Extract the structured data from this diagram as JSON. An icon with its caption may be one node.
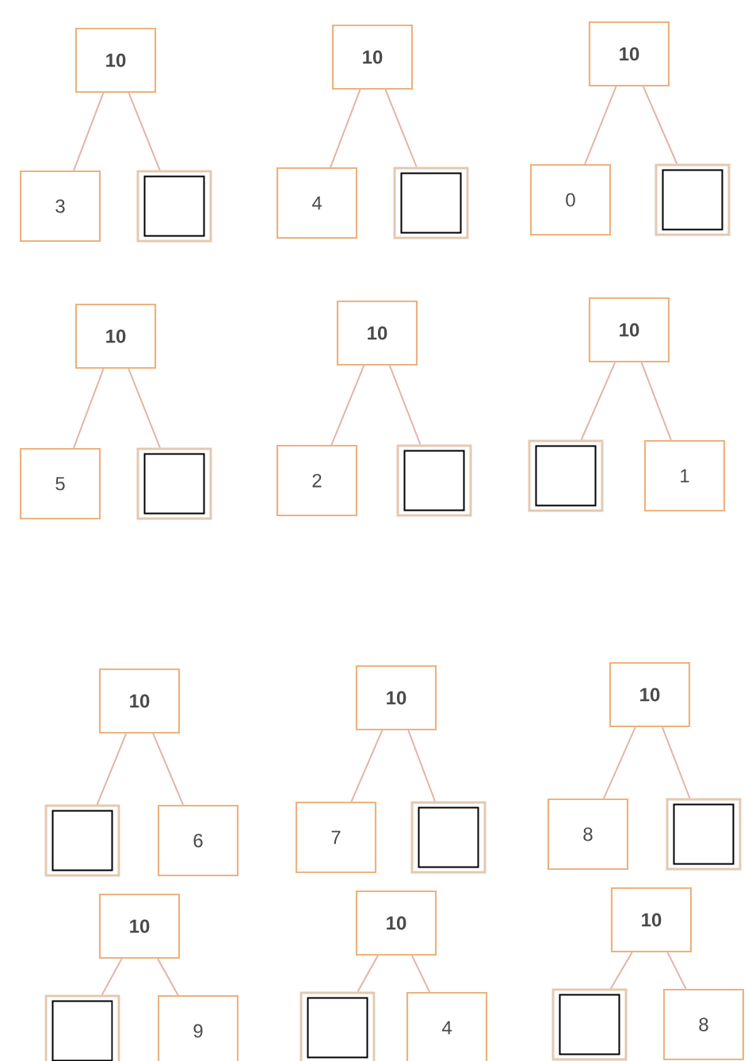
{
  "diagram": {
    "nodes": [
      {
        "text": [
          "10"
        ]
      },
      {
        "text": [
          "3"
        ]
      },
      {
        "text": [],
        "shape": "box"
      },
      {
        "text": [
          "10"
        ]
      },
      {
        "text": [
          "4"
        ]
      },
      {
        "text": [],
        "shape": "box"
      },
      {
        "text": [
          "10"
        ]
      },
      {
        "text": [
          "0"
        ]
      },
      {
        "text": [],
        "shape": "box"
      },
      {
        "text": [
          "10"
        ]
      },
      {
        "text": [
          "5"
        ]
      },
      {
        "text": [],
        "shape": "box"
      },
      {
        "text": [
          "10"
        ]
      },
      {
        "text": [
          "2"
        ]
      },
      {
        "text": [],
        "shape": "box"
      },
      {
        "text": [
          "10"
        ]
      },
      {
        "text": [],
        "shape": "box"
      },
      {
        "text": [
          "1"
        ]
      },
      {
        "text": [
          "10"
        ]
      },
      {
        "text": [],
        "shape": "box"
      },
      {
        "text": [
          "6"
        ]
      },
      {
        "text": [
          "10"
        ]
      },
      {
        "text": [
          "7"
        ]
      },
      {
        "text": [],
        "shape": "box"
      },
      {
        "text": [
          "10"
        ]
      },
      {
        "text": [
          "8"
        ]
      },
      {
        "text": [],
        "shape": "box"
      },
      {
        "text": [
          "10"
        ]
      },
      {
        "text": [],
        "shape": "box"
      },
      {
        "text": [
          "9"
        ]
      },
      {
        "text": [
          "10"
        ]
      },
      {
        "text": [],
        "shape": "box"
      },
      {
        "text": [
          "4"
        ]
      },
      {
        "text": [
          "10"
        ]
      },
      {
        "text": [],
        "shape": "box"
      },
      {
        "text": [
          "8"
        ]
      }
    ],
    "edges": [
      {
        "from": 0,
        "to": 1,
        "arrow": "none"
      },
      {
        "from": 0,
        "to": 2,
        "arrow": "none"
      },
      {
        "from": 3,
        "to": 4,
        "arrow": "none"
      },
      {
        "from": 3,
        "to": 5,
        "arrow": "none"
      },
      {
        "from": 6,
        "to": 7,
        "arrow": "none"
      },
      {
        "from": 6,
        "to": 8,
        "arrow": "none"
      },
      {
        "from": 9,
        "to": 10,
        "arrow": "none"
      },
      {
        "from": 9,
        "to": 11,
        "arrow": "none"
      },
      {
        "from": 12,
        "to": 13,
        "arrow": "none"
      },
      {
        "from": 12,
        "to": 14,
        "arrow": "none"
      },
      {
        "from": 15,
        "to": 16,
        "arrow": "none"
      },
      {
        "from": 15,
        "to": 17,
        "arrow": "none"
      },
      {
        "from": 18,
        "to": 19,
        "arrow": "none"
      },
      {
        "from": 18,
        "to": 20,
        "arrow": "none"
      },
      {
        "from": 21,
        "to": 22,
        "arrow": "none"
      },
      {
        "from": 21,
        "to": 23,
        "arrow": "none"
      },
      {
        "from": 24,
        "to": 25,
        "arrow": "none"
      },
      {
        "from": 24,
        "to": 26,
        "arrow": "none"
      },
      {
        "from": 27,
        "to": 28,
        "arrow": "none"
      },
      {
        "from": 27,
        "to": 29,
        "arrow": "none"
      },
      {
        "from": 30,
        "to": 31,
        "arrow": "none"
      },
      {
        "from": 30,
        "to": 32,
        "arrow": "none"
      },
      {
        "from": 33,
        "to": 34,
        "arrow": "none"
      },
      {
        "from": 33,
        "to": 35,
        "arrow": "none"
      }
    ]
  }
}
